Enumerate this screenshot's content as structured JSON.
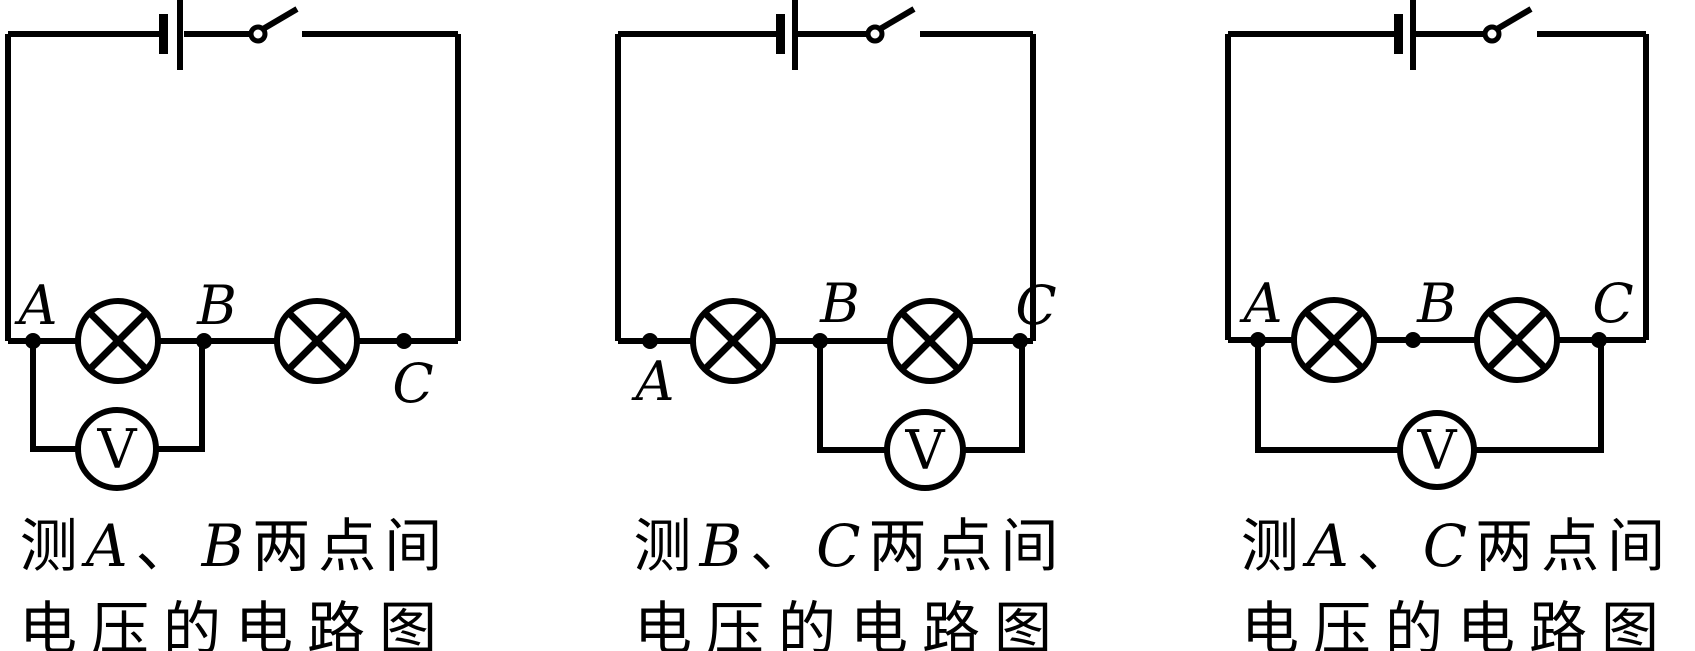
{
  "figure": {
    "background": "#ffffff",
    "ink_color": "#000000",
    "circuits": [
      {
        "points": {
          "a": "A",
          "b": "B",
          "c": "C"
        },
        "voltmeter_letter": "V",
        "caption": {
          "prefix": "测",
          "first_point": "A",
          "separator": "、",
          "second_point": "B",
          "suffix": "两点间",
          "line2": "电压的电路图"
        }
      },
      {
        "points": {
          "a": "A",
          "b": "B",
          "c": "C"
        },
        "voltmeter_letter": "V",
        "caption": {
          "prefix": "测",
          "first_point": "B",
          "separator": "、",
          "second_point": "C",
          "suffix": "两点间",
          "line2": "电压的电路图"
        }
      },
      {
        "points": {
          "a": "A",
          "b": "B",
          "c": "C"
        },
        "voltmeter_letter": "V",
        "caption": {
          "prefix": "测",
          "first_point": "A",
          "separator": "、",
          "second_point": "C",
          "suffix": "两点间",
          "line2": "电压的电路图"
        }
      }
    ]
  }
}
